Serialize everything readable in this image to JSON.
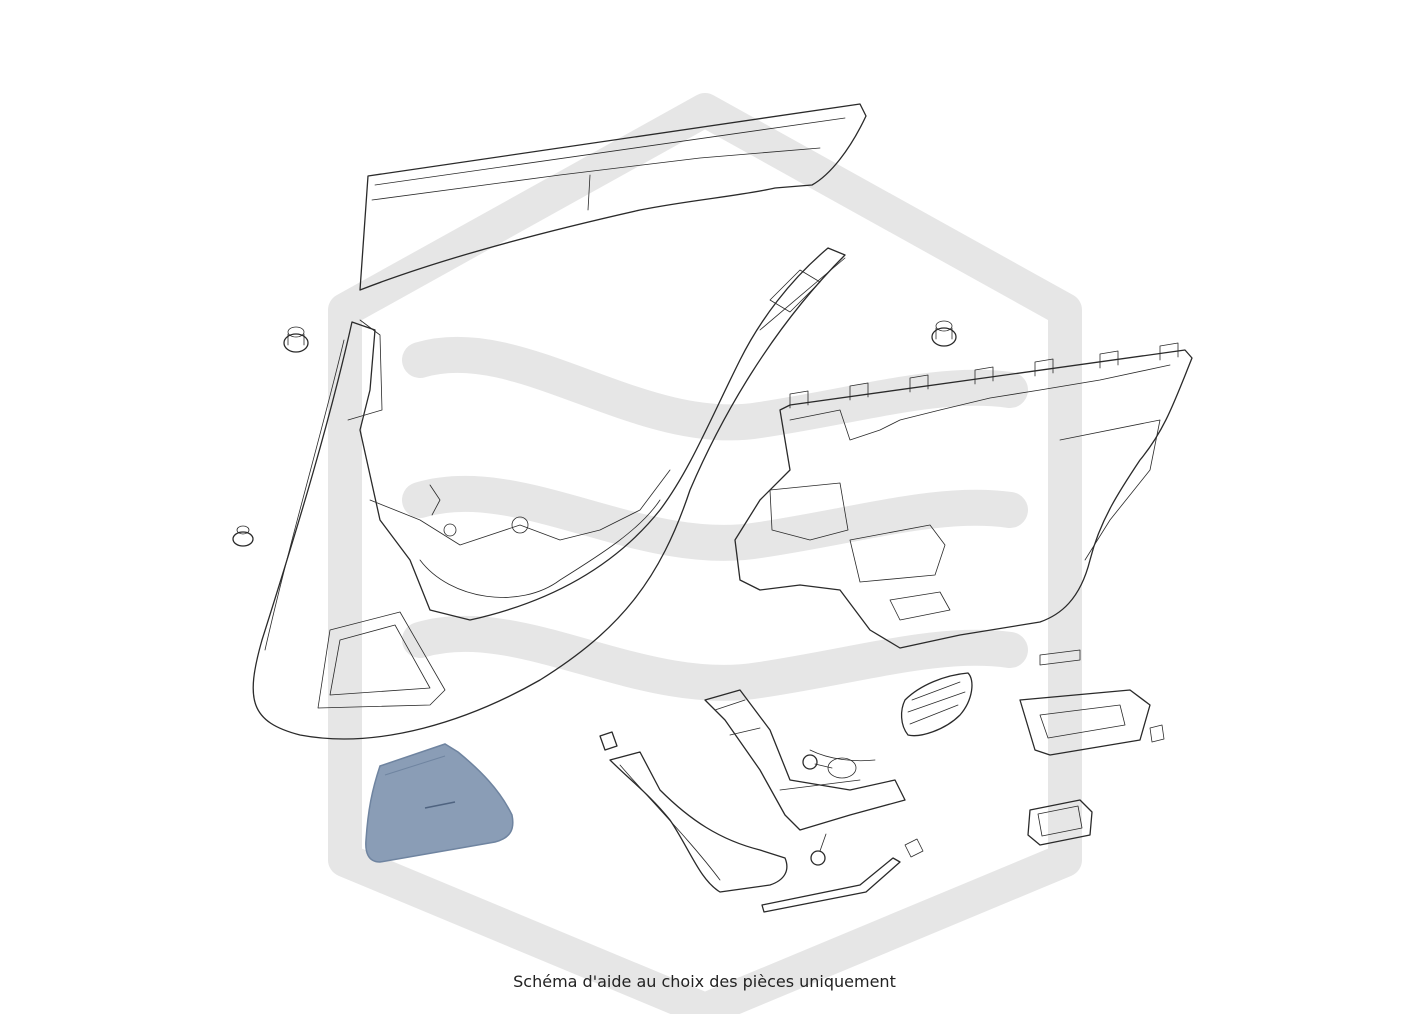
{
  "caption": "Schéma d'aide au choix des pièces uniquement",
  "colors": {
    "highlight_part": "#8a9db6",
    "highlight_part_dark": "#6f84a0",
    "line": "#2a2a2a",
    "watermark": "#e6e6e6"
  },
  "parts": [
    {
      "id": "upper-trim-strip",
      "highlighted": false
    },
    {
      "id": "left-door-panel",
      "highlighted": false
    },
    {
      "id": "right-door-panel",
      "highlighted": false
    },
    {
      "id": "clip-1",
      "highlighted": false
    },
    {
      "id": "clip-2",
      "highlighted": false
    },
    {
      "id": "clip-3",
      "highlighted": false
    },
    {
      "id": "speaker-grille-highlighted",
      "highlighted": true
    },
    {
      "id": "small-speaker-grille",
      "highlighted": false
    },
    {
      "id": "armrest-trim",
      "highlighted": false
    },
    {
      "id": "handle-bracket",
      "highlighted": false
    },
    {
      "id": "door-handle-bezel",
      "highlighted": false
    },
    {
      "id": "switch-bezel",
      "highlighted": false
    },
    {
      "id": "screw-1",
      "highlighted": false
    },
    {
      "id": "screw-2",
      "highlighted": false
    },
    {
      "id": "cable-rod",
      "highlighted": false
    }
  ]
}
